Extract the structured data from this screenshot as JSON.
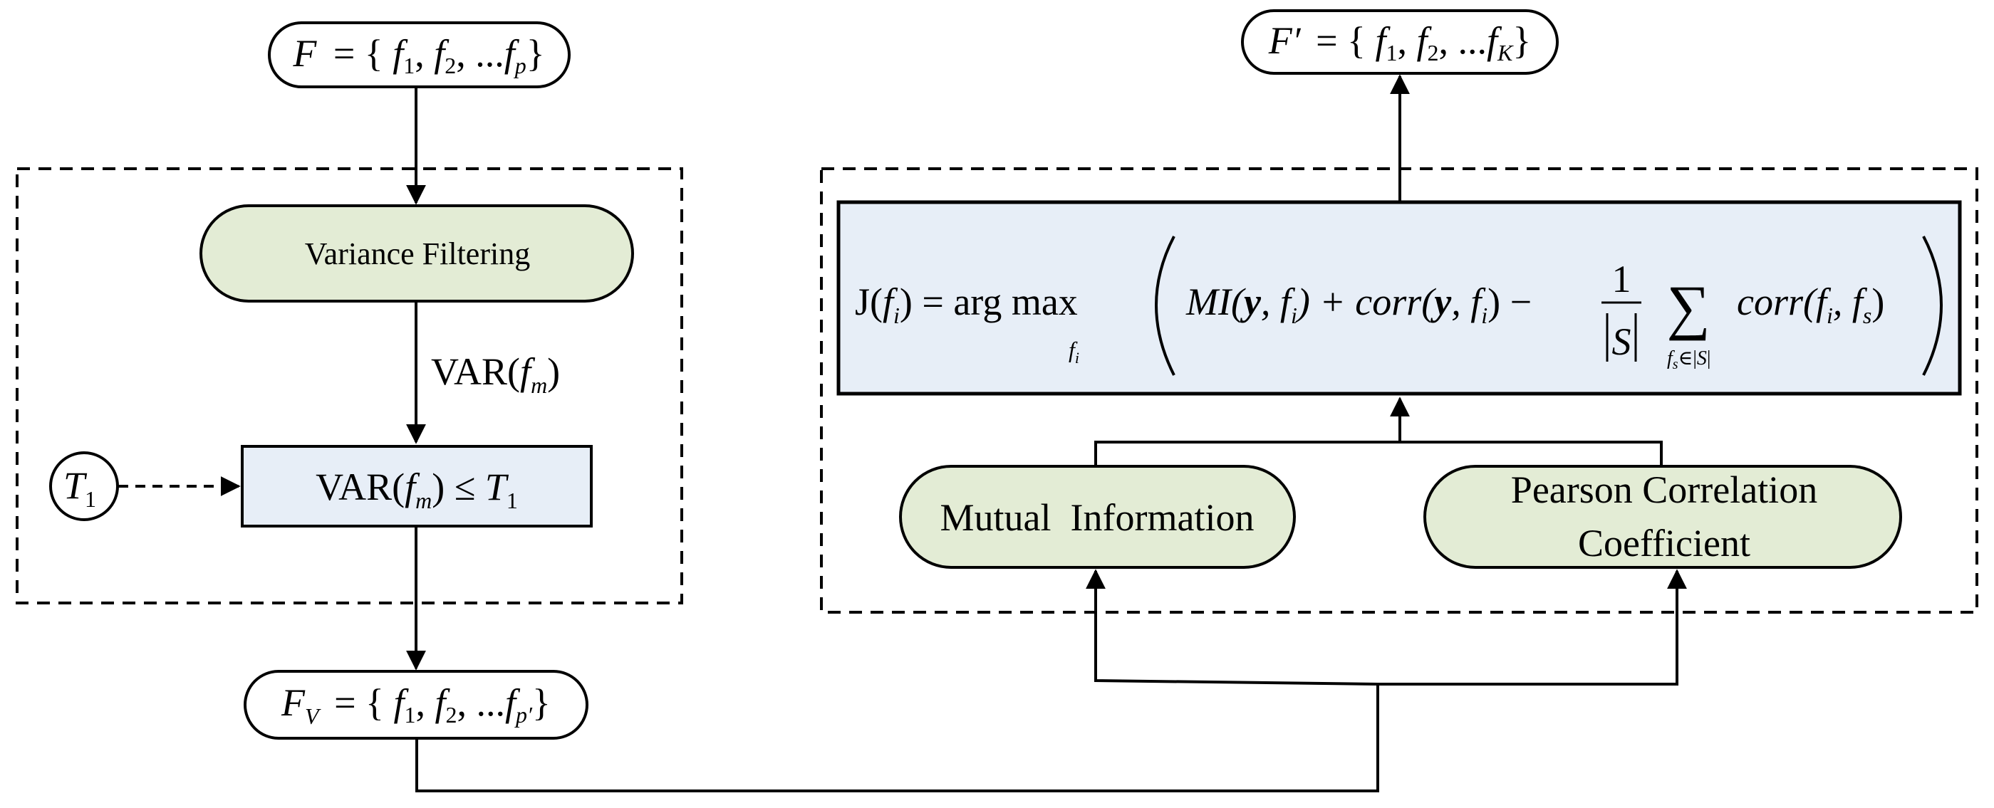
{
  "colors": {
    "green_fill": "#e3ecd5",
    "blue_fill": "#e7eef7",
    "stroke": "#000000"
  },
  "nodes": {
    "input_set": {
      "lhs": "F",
      "rhs_open": "= {",
      "f1": "f",
      "f1_sub": "1",
      "f2": "f",
      "f2_sub": "2",
      "dots": "...",
      "fp": "f",
      "fp_sub": "p",
      "close": "}"
    },
    "variance_filtering": {
      "label": "Variance Filtering"
    },
    "var_edge_label": {
      "func": "VAR(",
      "arg": "f",
      "arg_sub": "m",
      "close": ")"
    },
    "threshold_node": {
      "symbol": "T",
      "sub": "1"
    },
    "var_condition": {
      "func": "VAR(",
      "arg": "f",
      "arg_sub": "m",
      "rel": ") ≤",
      "thr": "T",
      "thr_sub": "1"
    },
    "filtered_set": {
      "lhs": "F",
      "lhs_sub": "V",
      "rhs_open": "= {",
      "f1": "f",
      "f1_sub": "1",
      "f2": "f",
      "f2_sub": "2",
      "dots": "...",
      "fp": "f",
      "fp_sub": "p′",
      "close": "}"
    },
    "mutual_information": {
      "label": "Mutual  Information"
    },
    "pearson": {
      "line1": "Pearson Correlation",
      "line2": "Coefficient"
    },
    "objective": {
      "lhs": "J(",
      "lhs_arg": "f",
      "lhs_sub": "i",
      "lhs_close": ") = arg max",
      "argmax_sub": "f",
      "argmax_sub_sub": "i",
      "term1": "MI(",
      "y": "y",
      "term1_rest": ", f",
      "term1_sub": "i",
      "plus": ") + corr(",
      "term2_rest": ", f",
      "term2_sub": "i",
      "minus": ") −",
      "frac_num": "1",
      "frac_den": "S",
      "sum": "∑",
      "sum_sub": "f",
      "sum_sub_sub": "s",
      "sum_sub_rest": "∈",
      "sum_sub_set": "S",
      "term3": "corr(",
      "term3_a": "f",
      "term3_a_sub": "i",
      "term3_b": ", f",
      "term3_b_sub": "s",
      "term3_close": ")"
    },
    "output_set": {
      "lhs": "F′",
      "rhs_open": "= {",
      "f1": "f",
      "f1_sub": "1",
      "f2": "f",
      "f2_sub": "2",
      "dots": "...",
      "fk": "f",
      "fk_sub": "K",
      "close": "}"
    }
  }
}
